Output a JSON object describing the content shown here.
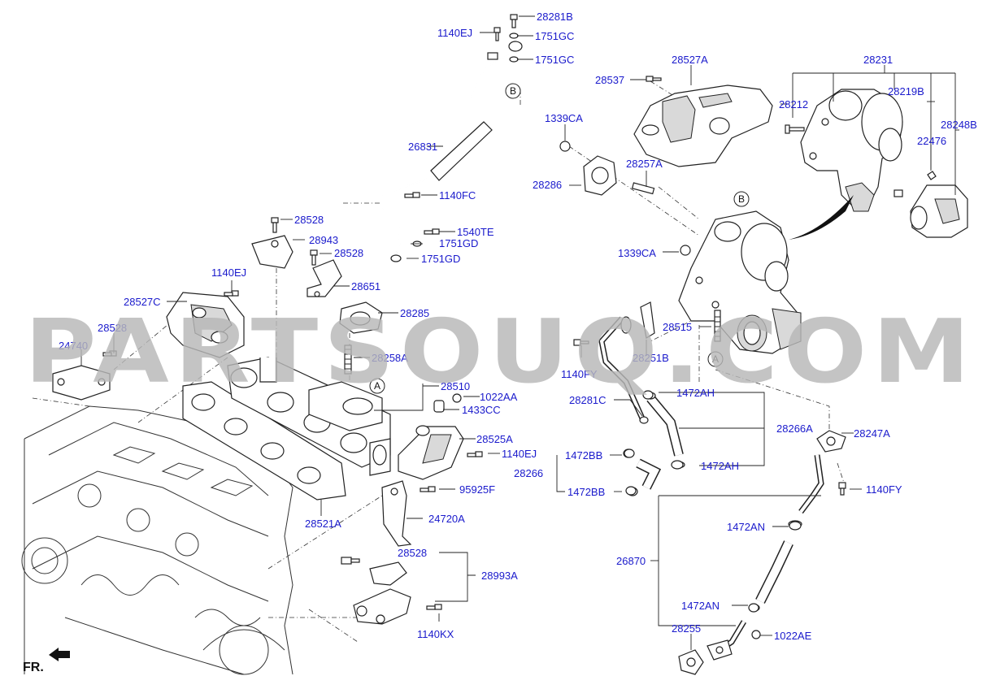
{
  "watermark": "PARTSOUQ.COM",
  "front_label": "FR.",
  "markers": {
    "a": "A",
    "b": "B"
  },
  "labels": {
    "p28281B": "28281B",
    "p1140EJ_top": "1140EJ",
    "p1751GC_1": "1751GC",
    "p1751GC_2": "1751GC",
    "p28527A": "28527A",
    "p28231": "28231",
    "p28537": "28537",
    "p28212": "28212",
    "p28219B": "28219B",
    "p1339CA_1": "1339CA",
    "p28248B": "28248B",
    "p26831": "26831",
    "p22476": "22476",
    "p28257A": "28257A",
    "p28286": "28286",
    "p1140FC": "1140FC",
    "p28528_1": "28528",
    "p1540TE": "1540TE",
    "p1751GD_1": "1751GD",
    "p28943": "28943",
    "p1339CA_2": "1339CA",
    "p28528_2": "28528",
    "p1751GD_2": "1751GD",
    "p1140EJ_2": "1140EJ",
    "p28651": "28651",
    "p28527C": "28527C",
    "p28285": "28285",
    "p28528_3": "28528",
    "p28515": "28515",
    "p24740": "24740",
    "p28258A": "28258A",
    "p28251B": "28251B",
    "p1140FY_1": "1140FY",
    "p28510": "28510",
    "p1472AH_1": "1472AH",
    "p1022AA": "1022AA",
    "p28281C": "28281C",
    "p1433CC": "1433CC",
    "p28266A": "28266A",
    "p28247A": "28247A",
    "p28525A": "28525A",
    "p1472BB_1": "1472BB",
    "p1140EJ_3": "1140EJ",
    "p1472AH_2": "1472AH",
    "p28266": "28266",
    "p95925F": "95925F",
    "p1472BB_2": "1472BB",
    "p1140FY_2": "1140FY",
    "p28521A": "28521A",
    "p24720A": "24720A",
    "p1472AN_1": "1472AN",
    "p28528_4": "28528",
    "p28993A": "28993A",
    "p26870": "26870",
    "p1472AN_2": "1472AN",
    "p1140KX": "1140KX",
    "p28255": "28255",
    "p1022AE": "1022AE"
  }
}
